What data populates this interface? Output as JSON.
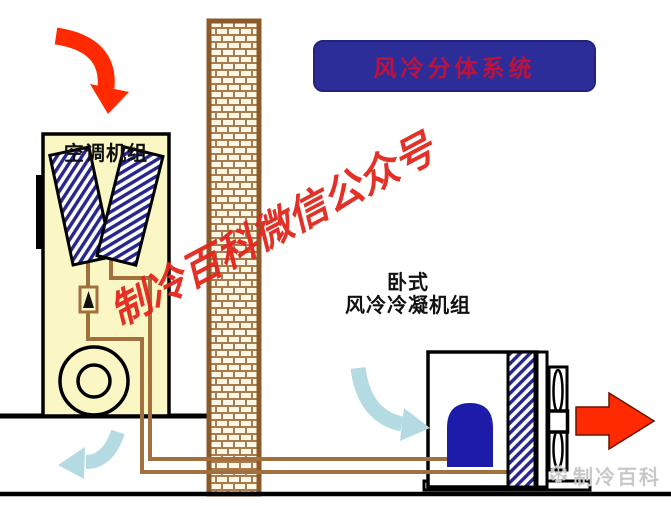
{
  "title": {
    "label": "风冷分体系统",
    "bg_color": "#2D2D99",
    "text_color": "#C0113A"
  },
  "indoor_unit": {
    "label": "空调机组",
    "body_color": "#FBF7C5",
    "coil_color": "#26268E"
  },
  "outdoor_unit": {
    "label_line1": "卧式",
    "label_line2": "风冷冷凝机组",
    "compressor_color": "#1C1CA8"
  },
  "wall": {
    "brick_color": "#FFF7E6",
    "mortar_color": "#A87C4F",
    "border_color": "#8B5A2B"
  },
  "pipes": {
    "color": "#A2703F"
  },
  "arrows": {
    "red": "#FF2A00",
    "light_blue": "#B5DBE2"
  },
  "watermark": {
    "text": "制冷百科微信公众号",
    "color": "#E3261D"
  },
  "logo": {
    "icon": "snowflake-icon",
    "icon_glyph": "❆",
    "text": "制冷百科",
    "color": "#C8C8C8"
  }
}
